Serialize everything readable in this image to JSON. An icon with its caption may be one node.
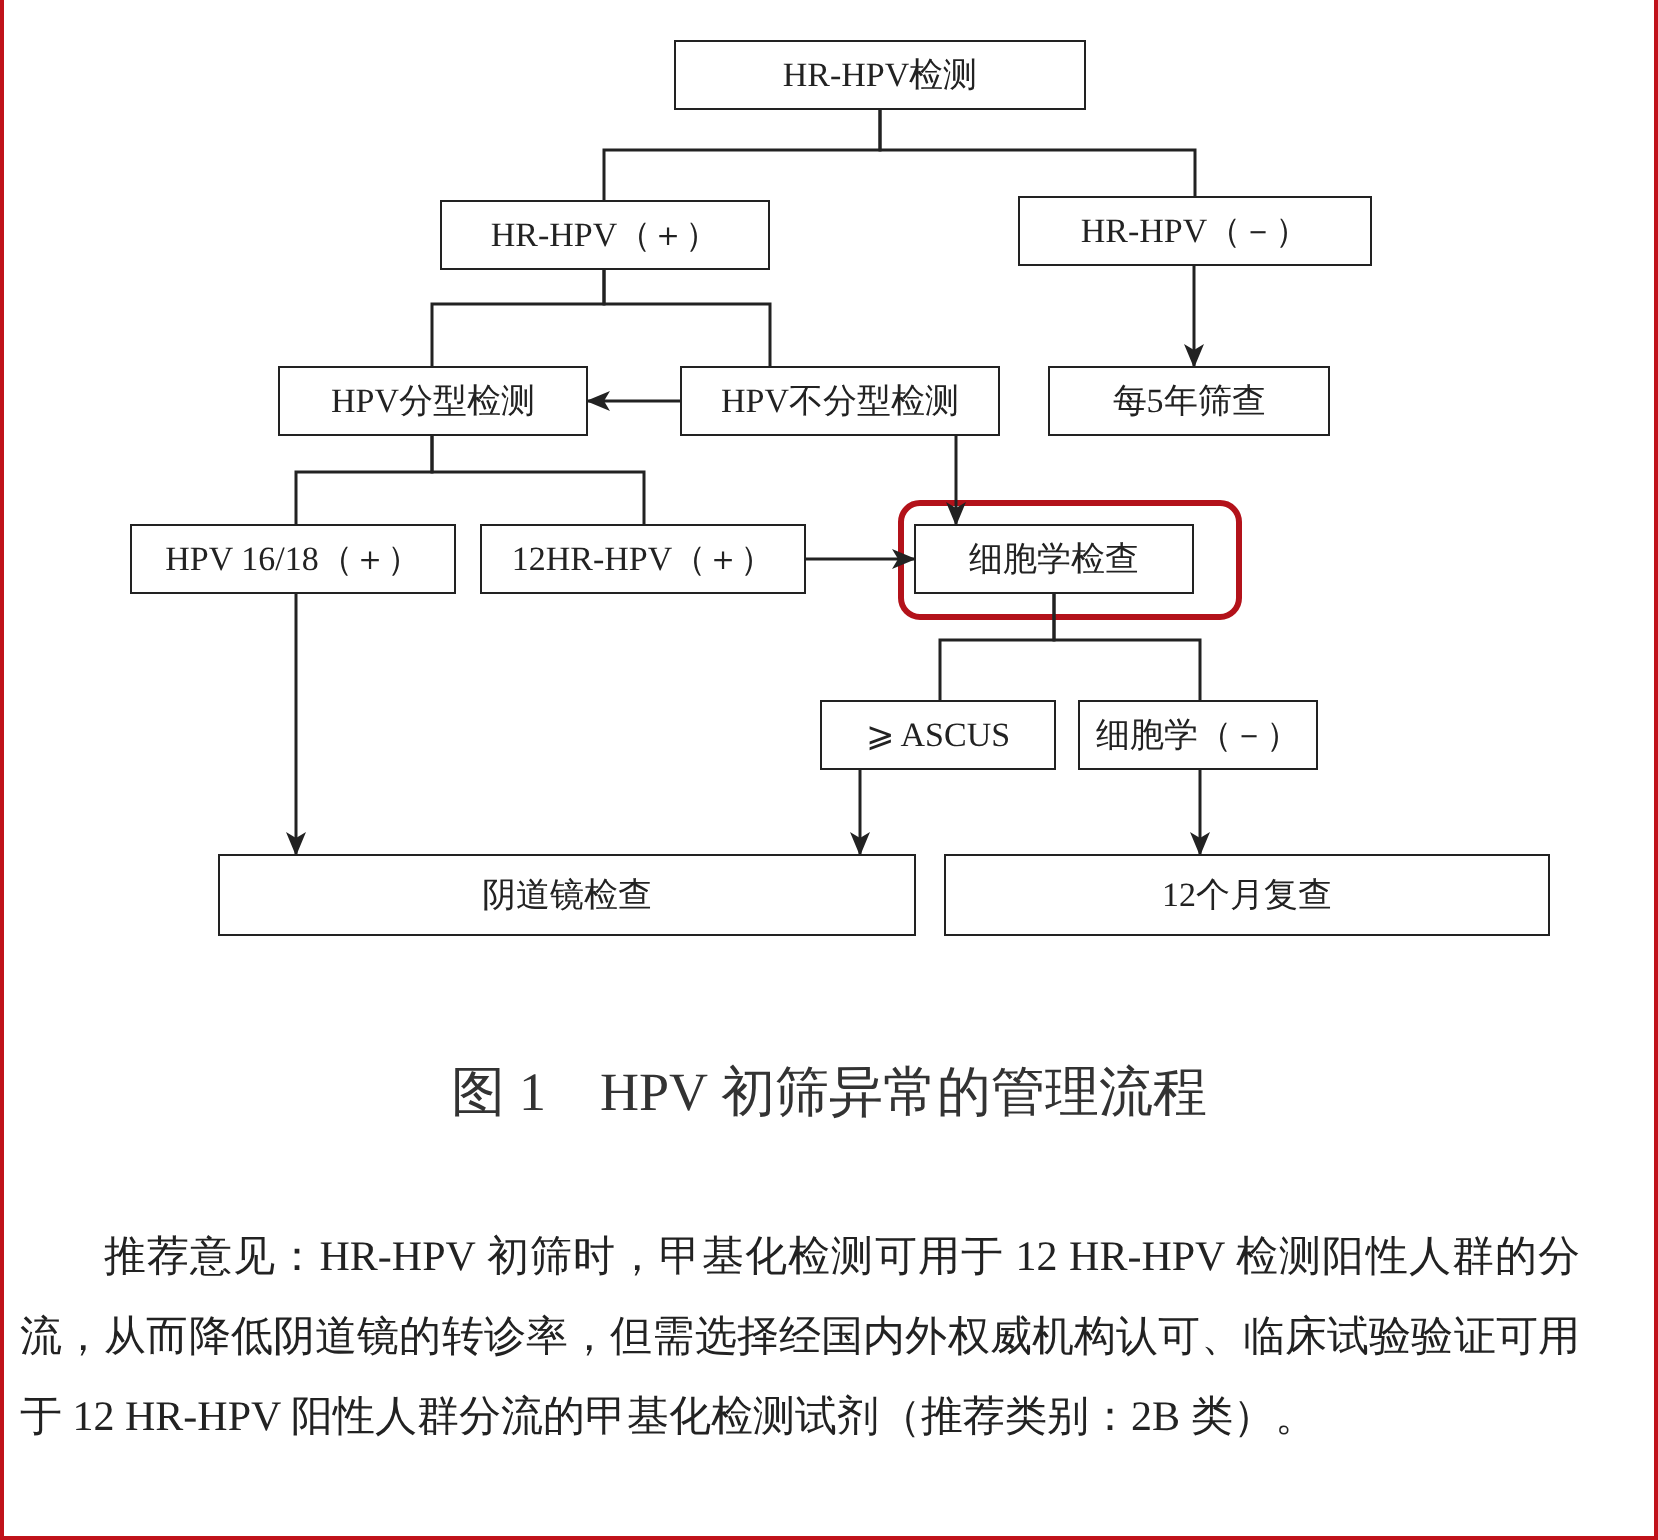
{
  "diagram": {
    "caption": "图 1　HPV 初筛异常的管理流程",
    "nodes": [
      {
        "text": [
          "HR-HPV检测"
        ]
      },
      {
        "text": [
          "HR-HPV（＋）"
        ]
      },
      {
        "text": [
          "HR-HPV（－）"
        ]
      },
      {
        "text": [
          "HPV分型检测"
        ]
      },
      {
        "text": [
          "HPV不分型检测"
        ]
      },
      {
        "text": [
          "每5年筛查"
        ]
      },
      {
        "text": [
          "HPV 16/18（＋）"
        ]
      },
      {
        "text": [
          "12HR-HPV（＋）"
        ]
      },
      {
        "text": [],
        "shape": "box"
      },
      {
        "text": [
          "细胞学检查"
        ],
        "in": 8
      },
      {
        "text": [
          "⩾ ASCUS"
        ]
      },
      {
        "text": [
          "细胞学（－）"
        ]
      },
      {
        "text": [
          "阴道镜检查"
        ]
      },
      {
        "text": [
          "12个月复查"
        ]
      }
    ],
    "edges": [
      {
        "from": 0,
        "to": 1,
        "arrow": "none"
      },
      {
        "from": 0,
        "to": 2,
        "arrow": "none"
      },
      {
        "from": 1,
        "to": 3,
        "arrow": "none"
      },
      {
        "from": 1,
        "to": 4,
        "arrow": "none"
      },
      {
        "from": 2,
        "to": 5,
        "arrow": "to"
      },
      {
        "from": 4,
        "to": 3,
        "arrow": "to"
      },
      {
        "from": 4,
        "to": 9,
        "arrow": "to"
      },
      {
        "from": 3,
        "to": 6,
        "arrow": "none"
      },
      {
        "from": 3,
        "to": 7,
        "arrow": "none"
      },
      {
        "from": 7,
        "to": 9,
        "arrow": "to"
      },
      {
        "from": 6,
        "to": 12,
        "arrow": "to"
      },
      {
        "from": 9,
        "to": 10,
        "arrow": "none"
      },
      {
        "from": 9,
        "to": 11,
        "arrow": "none"
      },
      {
        "from": 10,
        "to": 12,
        "arrow": "to"
      },
      {
        "from": 11,
        "to": 13,
        "arrow": "to"
      }
    ],
    "labels": [
      "推荐意见：HR-HPV 初筛时，甲基化检测可用于 12 HR-HPV 检测阳性人群的分流，从而降低阴道镜的转诊率，但需选择经国内外权威机构认可、临床试验验证可用于 12 HR-HPV 阳性人群分流的甲基化检测试剂（推荐类别：2B 类）。"
    ]
  }
}
